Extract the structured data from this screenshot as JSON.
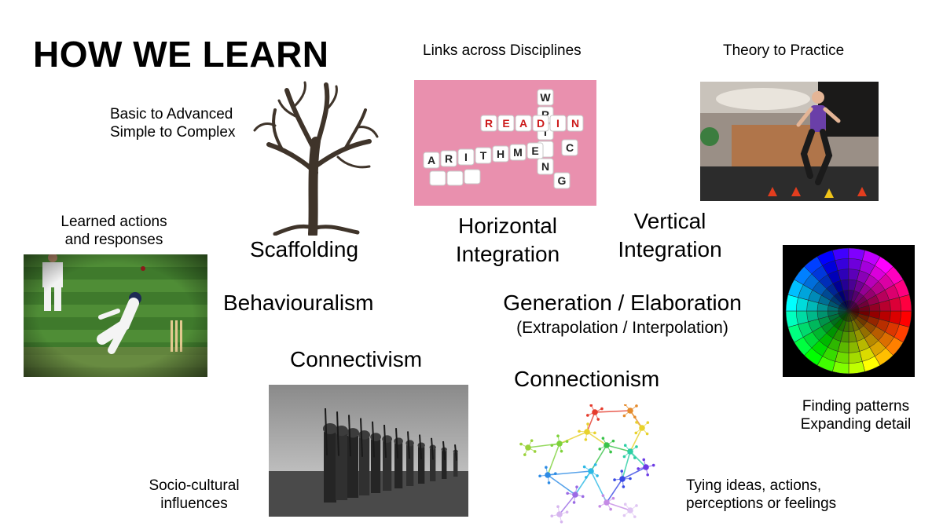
{
  "title": "HOW WE LEARN",
  "captions": {
    "links": "Links across Disciplines",
    "theory": "Theory to Practice",
    "basic": [
      "Basic to Advanced",
      "Simple to Complex"
    ],
    "learned": [
      "Learned actions",
      "and responses"
    ],
    "finding": [
      "Finding patterns",
      "Expanding detail"
    ],
    "socio": [
      "Socio-cultural",
      "influences"
    ],
    "tying": [
      "Tying ideas, actions,",
      "perceptions or feelings"
    ]
  },
  "concepts": {
    "scaffolding": "Scaffolding",
    "horizontal": [
      "Horizontal",
      "Integration"
    ],
    "vertical": [
      "Vertical",
      "Integration"
    ],
    "behaviouralism": "Behaviouralism",
    "generation": "Generation / Elaboration",
    "generation_sub": "(Extrapolation / Interpolation)",
    "connectivism": "Connectivism",
    "connectionism": "Connectionism"
  },
  "images": {
    "tree": "tree-icon",
    "blocks": "letter-blocks-image",
    "gym": "gym-runner-image",
    "cricket": "cricket-image",
    "wheel": "color-wheel-image",
    "soldiers": "marching-soldiers-image",
    "network": "network-graph-image"
  },
  "blocks_words": {
    "reading": "READING",
    "arithmetic": "ARITHMETIC",
    "writing": "WRITING"
  }
}
